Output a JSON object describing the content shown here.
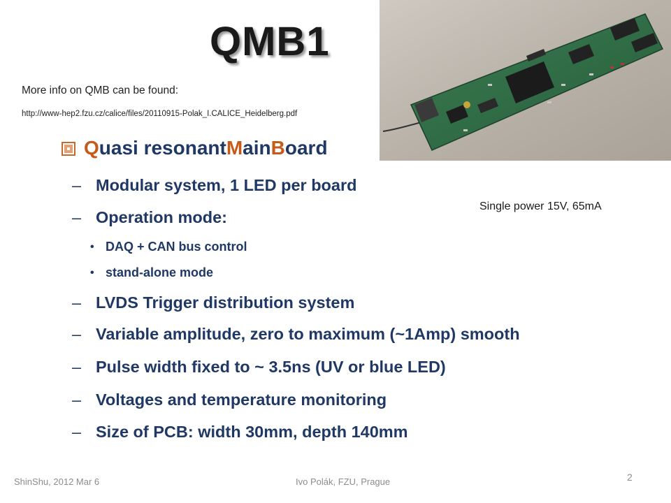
{
  "slide": {
    "title": "QMB1",
    "info_line": "More info on QMB can be found:",
    "info_url": "http://www-hep2.fzu.cz/calice/files/20110915-Polak_I.CALICE_Heidelberg.pdf",
    "main_bullet": {
      "q": "Q",
      "part1": "uasi resonant ",
      "m": "M",
      "part2": "ain ",
      "b": "B",
      "part3": "oard"
    },
    "dash": "–",
    "dot": "•",
    "sub_items": [
      "Modular system, 1 LED per board",
      "Operation mode:",
      "LVDS Trigger distribution system",
      "Variable amplitude, zero to maximum (~1Amp) smooth",
      "Pulse width fixed to ~ 3.5ns (UV or blue LED)",
      "Voltages and temperature monitoring",
      "Size of PCB: width 30mm, depth 140mm"
    ],
    "mode_items": [
      "DAQ + CAN bus control",
      "stand-alone mode"
    ],
    "power_note": "Single power 15V, 65mA",
    "photo_description": "QMB1 circuit board photo"
  },
  "footer": {
    "event": "ShinShu, 2012  Mar 6",
    "author": "Ivo Polák, FZU, Prague",
    "page": "2"
  },
  "colors": {
    "text": "#1f3864",
    "highlight": "#c65a19",
    "board": "#2f6b45"
  }
}
